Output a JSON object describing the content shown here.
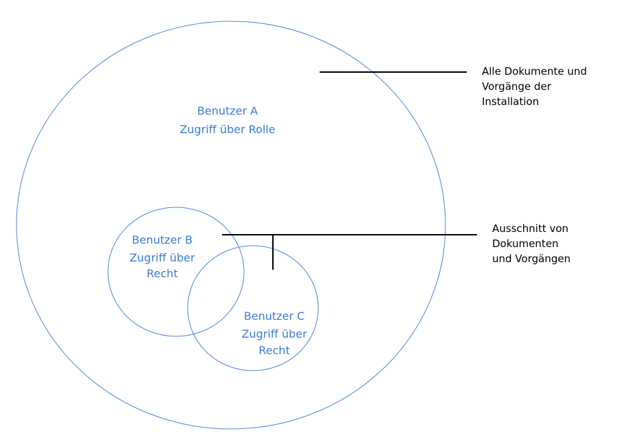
{
  "sets": {
    "all": {
      "title": "Benutzer A",
      "subtitle": "Zugriff über Rolle"
    },
    "user_b": {
      "title": "Benutzer B",
      "line2": "Zugriff über",
      "line3": "Recht"
    },
    "user_c": {
      "title": "Benutzer C",
      "line2": "Zugriff über",
      "line3": "Recht"
    }
  },
  "callouts": {
    "all_documents": {
      "line1": "Alle Dokumente und",
      "line2": "Vorgänge der",
      "line3": "Installation"
    },
    "subset": {
      "line1": "Ausschnitt von",
      "line2": "Dokumenten",
      "line3": "und Vorgängen"
    }
  },
  "colors": {
    "circle_stroke": "#4a86d4",
    "circle_text": "#3a7bd5",
    "leader_line": "#000000"
  }
}
